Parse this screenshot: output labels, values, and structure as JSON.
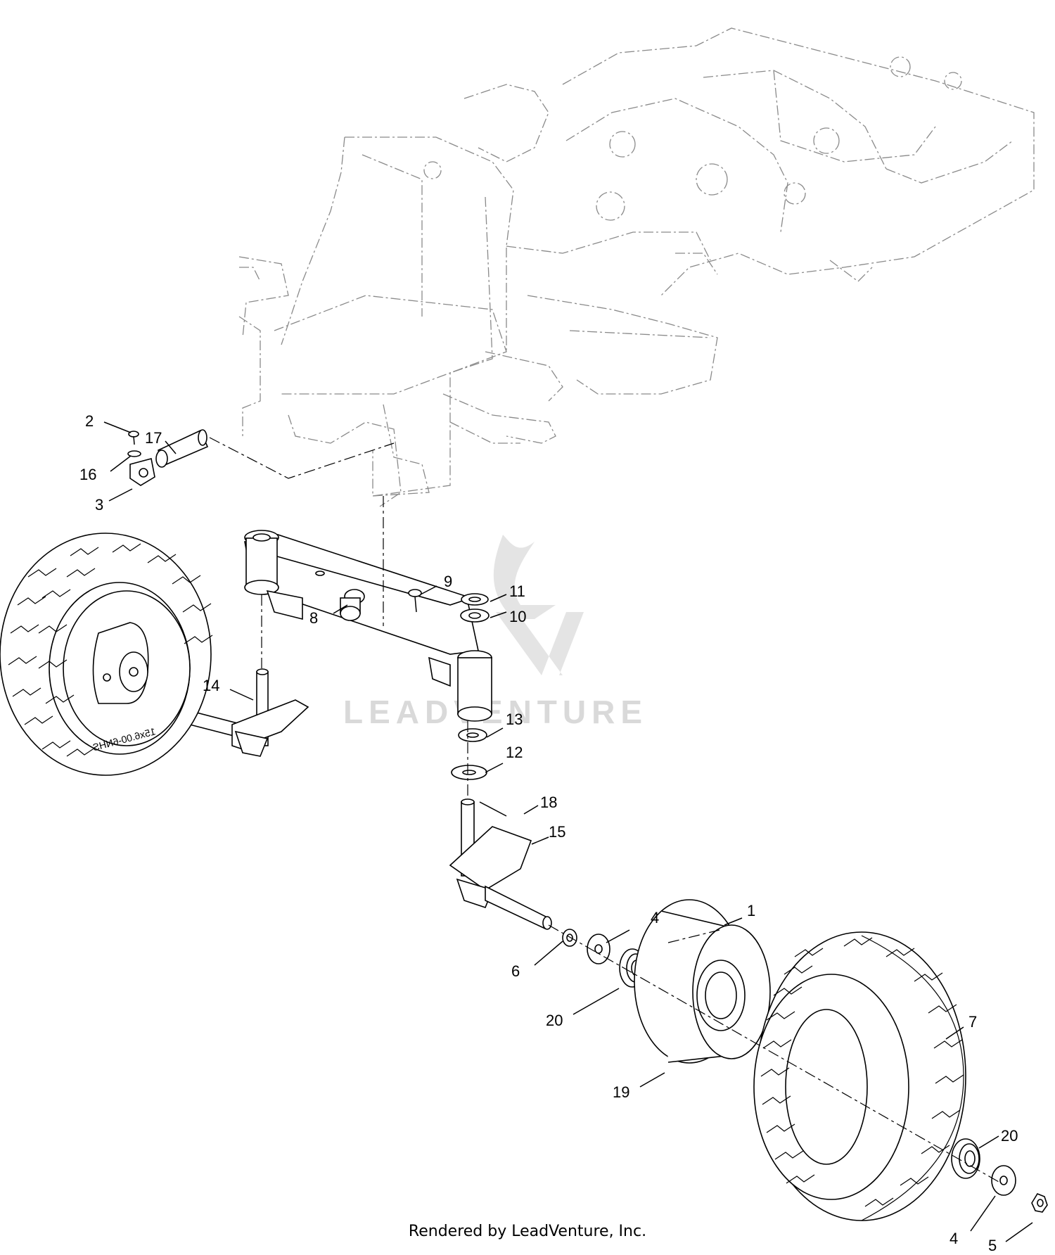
{
  "watermark": {
    "brand": "LEADVENTURE"
  },
  "footer": {
    "credit": "Rendered by LeadVenture, Inc."
  },
  "callouts": {
    "c1": "1",
    "c2": "2",
    "c3": "3",
    "c4a": "4",
    "c4b": "4",
    "c5": "5",
    "c6": "6",
    "c7": "7",
    "c8": "8",
    "c9": "9",
    "c10": "10",
    "c11": "11",
    "c12": "12",
    "c13": "13",
    "c14": "14",
    "c15": "15",
    "c16": "16",
    "c17": "17",
    "c18": "18",
    "c19": "19",
    "c20a": "20",
    "c20b": "20"
  },
  "tire_sidewall_text": "15x6.00-6NHS"
}
